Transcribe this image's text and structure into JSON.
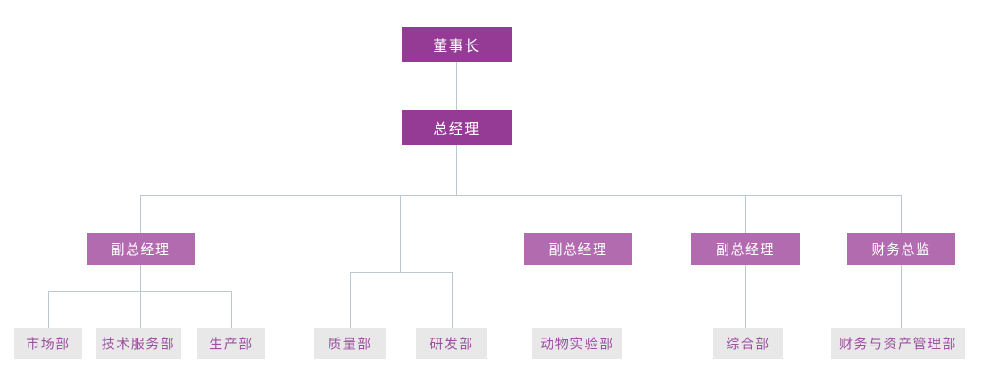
{
  "colors": {
    "background": "#FFFFFF",
    "executive_fill": "#953A95",
    "executive_text": "#FFFFFF",
    "manager_fill": "#B26BAF",
    "manager_text": "#FFFFFF",
    "department_fill": "#E8E8E8",
    "department_text": "#9D51A0",
    "connector": "#BAC8D1"
  },
  "nodes": {
    "chairman": {
      "label": "董事长",
      "level": 1
    },
    "general_manager": {
      "label": "总经理",
      "level": 2
    },
    "vp_left": {
      "label": "副总经理",
      "level": 3
    },
    "vp_middle": {
      "label": "副总经理",
      "level": 3
    },
    "vp_right": {
      "label": "副总经理",
      "level": 3
    },
    "finance_director": {
      "label": "财务总监",
      "level": 3
    },
    "marketing_dept": {
      "label": "市场部",
      "level": 4
    },
    "tech_service_dept": {
      "label": "技术服务部",
      "level": 4
    },
    "production_dept": {
      "label": "生产部",
      "level": 4
    },
    "quality_dept": {
      "label": "质量部",
      "level": 4
    },
    "rd_dept": {
      "label": "研发部",
      "level": 4
    },
    "animal_lab_dept": {
      "label": "动物实验部",
      "level": 4
    },
    "general_affairs_dept": {
      "label": "综合部",
      "level": 4
    },
    "finance_asset_dept": {
      "label": "财务与资产管理部",
      "level": 4
    }
  },
  "edges": [
    [
      "chairman",
      "general_manager"
    ],
    [
      "general_manager",
      "vp_left"
    ],
    [
      "general_manager",
      "quality_dept"
    ],
    [
      "general_manager",
      "rd_dept"
    ],
    [
      "general_manager",
      "vp_middle"
    ],
    [
      "general_manager",
      "vp_right"
    ],
    [
      "general_manager",
      "finance_director"
    ],
    [
      "vp_left",
      "marketing_dept"
    ],
    [
      "vp_left",
      "tech_service_dept"
    ],
    [
      "vp_left",
      "production_dept"
    ],
    [
      "vp_middle",
      "animal_lab_dept"
    ],
    [
      "vp_right",
      "general_affairs_dept"
    ],
    [
      "finance_director",
      "finance_asset_dept"
    ]
  ]
}
